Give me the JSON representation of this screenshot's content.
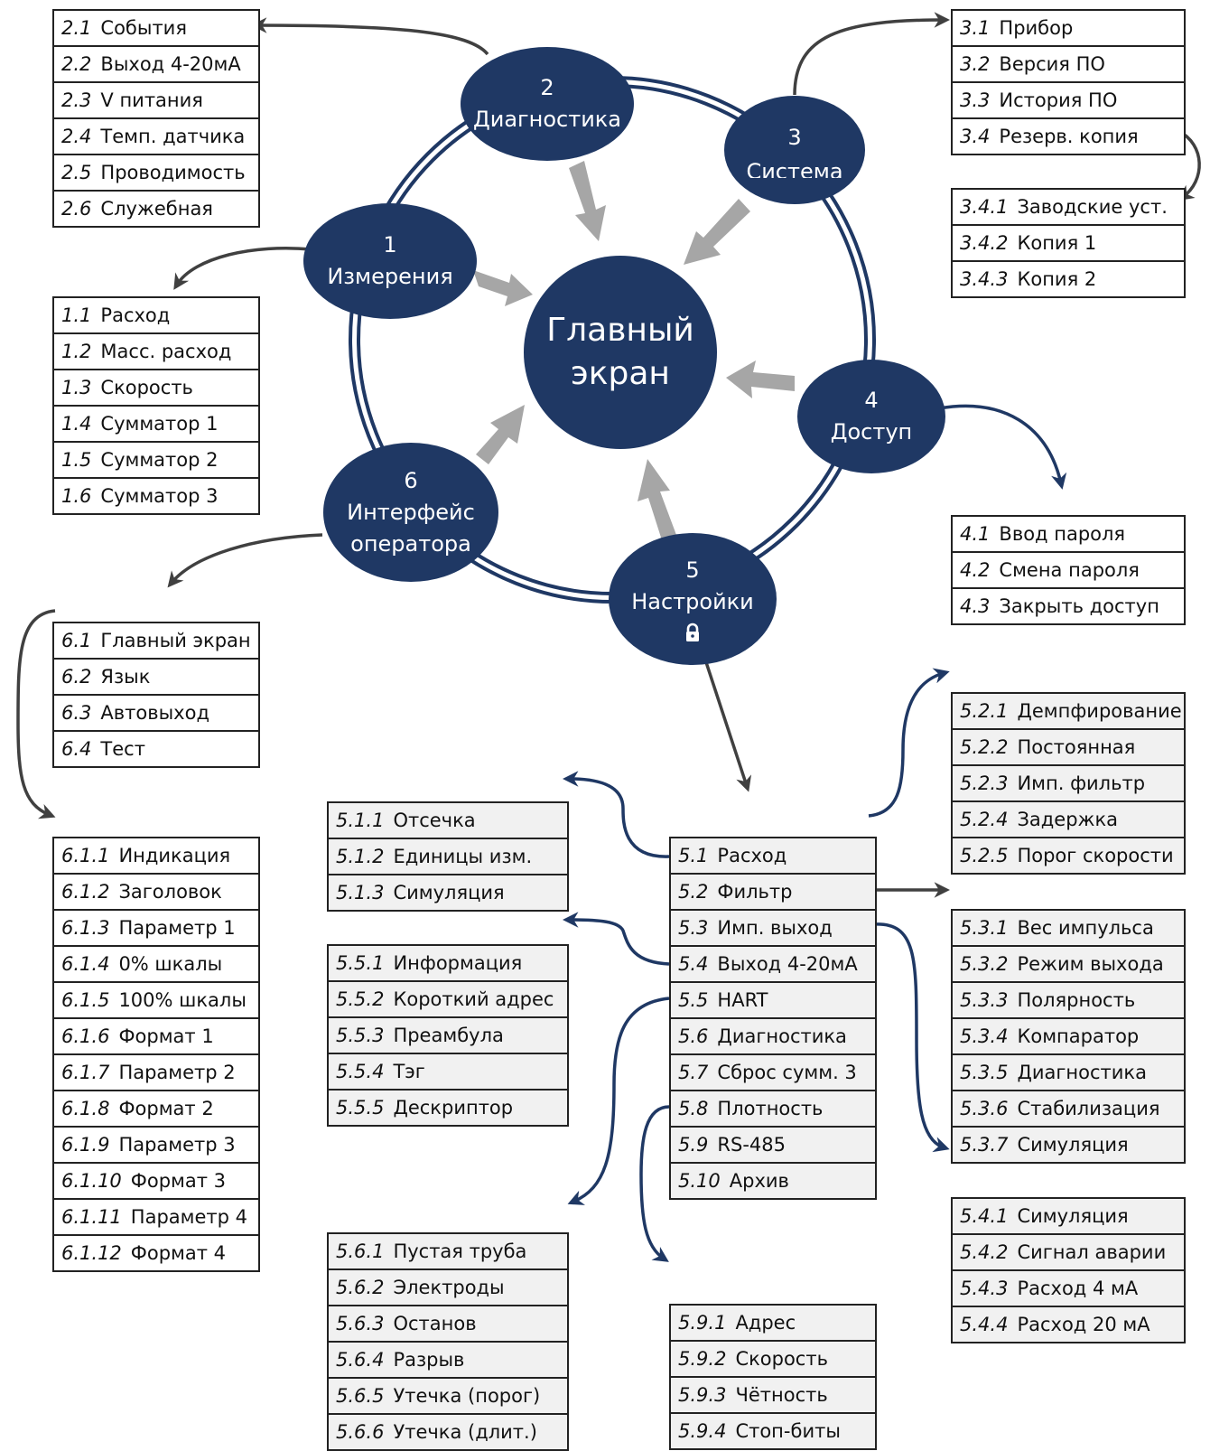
{
  "colors": {
    "node_fill": "#1f3864",
    "ring": "#1f3864",
    "grey_arrow": "#a6a6a6",
    "dark_arrow": "#404040",
    "navy_arrow": "#1f3864"
  },
  "center": {
    "line1": "Главный",
    "line2": "экран"
  },
  "nodes": [
    {
      "id": "1",
      "num": "1",
      "label": "Измерения"
    },
    {
      "id": "2",
      "num": "2",
      "label": "Диагностика"
    },
    {
      "id": "3",
      "num": "3",
      "label": "Система"
    },
    {
      "id": "4",
      "num": "4",
      "label": "Доступ"
    },
    {
      "id": "5",
      "num": "5",
      "label": "Настройки",
      "icon": "lock-icon"
    },
    {
      "id": "6",
      "num": "6",
      "label1": "Интерфейс",
      "label2": "оператора"
    }
  ],
  "menus": {
    "m2": [
      [
        "2.1",
        "События"
      ],
      [
        "2.2",
        "Выход 4-20мА"
      ],
      [
        "2.3",
        "V питания"
      ],
      [
        "2.4",
        "Темп. датчика"
      ],
      [
        "2.5",
        "Проводимость"
      ],
      [
        "2.6",
        "Служебная"
      ]
    ],
    "m1": [
      [
        "1.1",
        "Расход"
      ],
      [
        "1.2",
        "Масс. расход"
      ],
      [
        "1.3",
        "Скорость"
      ],
      [
        "1.4",
        "Сумматор 1"
      ],
      [
        "1.5",
        "Сумматор 2"
      ],
      [
        "1.6",
        "Сумматор 3"
      ]
    ],
    "m6": [
      [
        "6.1",
        "Главный экран"
      ],
      [
        "6.2",
        "Язык"
      ],
      [
        "6.3",
        "Автовыход"
      ],
      [
        "6.4",
        "Тест"
      ]
    ],
    "m61": [
      [
        "6.1.1",
        "Индикация"
      ],
      [
        "6.1.2",
        "Заголовок"
      ],
      [
        "6.1.3",
        "Параметр 1"
      ],
      [
        "6.1.4",
        "0% шкалы"
      ],
      [
        "6.1.5",
        "100% шкалы"
      ],
      [
        "6.1.6",
        "Формат 1"
      ],
      [
        "6.1.7",
        "Параметр 2"
      ],
      [
        "6.1.8",
        "Формат 2"
      ],
      [
        "6.1.9",
        "Параметр 3"
      ],
      [
        "6.1.10",
        "Формат 3"
      ],
      [
        "6.1.11",
        "Параметр 4"
      ],
      [
        "6.1.12",
        "Формат 4"
      ]
    ],
    "m3": [
      [
        "3.1",
        "Прибор"
      ],
      [
        "3.2",
        "Версия ПО"
      ],
      [
        "3.3",
        "История ПО"
      ],
      [
        "3.4",
        "Резерв. копия"
      ]
    ],
    "m34": [
      [
        "3.4.1",
        "Заводские уст."
      ],
      [
        "3.4.2",
        "Копия 1"
      ],
      [
        "3.4.3",
        "Копия 2"
      ]
    ],
    "m4": [
      [
        "4.1",
        "Ввод пароля"
      ],
      [
        "4.2",
        "Смена пароля"
      ],
      [
        "4.3",
        "Закрыть доступ"
      ]
    ],
    "m52": [
      [
        "5.2.1",
        "Демпфирование"
      ],
      [
        "5.2.2",
        "Постоянная"
      ],
      [
        "5.2.3",
        "Имп. фильтр"
      ],
      [
        "5.2.4",
        "Задержка"
      ],
      [
        "5.2.5",
        "Порог скорости"
      ]
    ],
    "m5": [
      [
        "5.1",
        "Расход"
      ],
      [
        "5.2",
        "Фильтр"
      ],
      [
        "5.3",
        "Имп. выход"
      ],
      [
        "5.4",
        "Выход 4-20мА"
      ],
      [
        "5.5",
        "HART"
      ],
      [
        "5.6",
        "Диагностика"
      ],
      [
        "5.7",
        "Сброс сумм. 3"
      ],
      [
        "5.8",
        "Плотность"
      ],
      [
        "5.9",
        "RS-485"
      ],
      [
        "5.10",
        "Архив"
      ]
    ],
    "m51": [
      [
        "5.1.1",
        "Отсечка"
      ],
      [
        "5.1.2",
        "Единицы изм."
      ],
      [
        "5.1.3",
        "Симуляция"
      ]
    ],
    "m55": [
      [
        "5.5.1",
        "Информация"
      ],
      [
        "5.5.2",
        "Короткий адрес"
      ],
      [
        "5.5.3",
        "Преамбула"
      ],
      [
        "5.5.4",
        "Тэг"
      ],
      [
        "5.5.5",
        "Дескриптор"
      ]
    ],
    "m53": [
      [
        "5.3.1",
        "Вес импульса"
      ],
      [
        "5.3.2",
        "Режим выхода"
      ],
      [
        "5.3.3",
        "Полярность"
      ],
      [
        "5.3.4",
        "Компаратор"
      ],
      [
        "5.3.5",
        "Диагностика"
      ],
      [
        "5.3.6",
        "Стабилизация"
      ],
      [
        "5.3.7",
        "Симуляция"
      ]
    ],
    "m54": [
      [
        "5.4.1",
        "Симуляция"
      ],
      [
        "5.4.2",
        "Сигнал аварии"
      ],
      [
        "5.4.3",
        "Расход 4 мА"
      ],
      [
        "5.4.4",
        "Расход 20 мА"
      ]
    ],
    "m56": [
      [
        "5.6.1",
        "Пустая труба"
      ],
      [
        "5.6.2",
        "Электроды"
      ],
      [
        "5.6.3",
        "Останов"
      ],
      [
        "5.6.4",
        "Разрыв"
      ],
      [
        "5.6.5",
        "Утечка (порог)"
      ],
      [
        "5.6.6",
        "Утечка (длит.)"
      ]
    ],
    "m59": [
      [
        "5.9.1",
        "Адрес"
      ],
      [
        "5.9.2",
        "Скорость"
      ],
      [
        "5.9.3",
        "Чётность"
      ],
      [
        "5.9.4",
        "Стоп-биты"
      ]
    ]
  }
}
